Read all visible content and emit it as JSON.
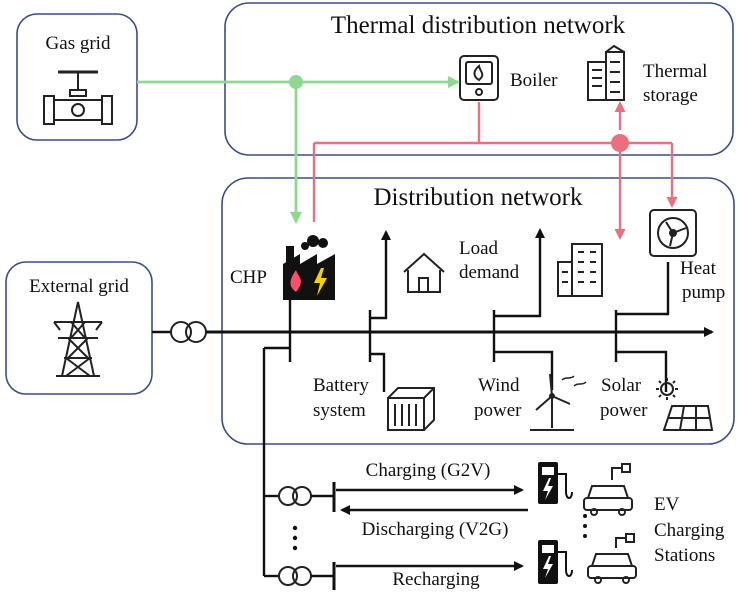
{
  "labels": {
    "thermal_network": "Thermal distribution network",
    "gas_grid": "Gas grid",
    "boiler": "Boiler",
    "thermal_storage_1": "Thermal",
    "thermal_storage_2": "storage",
    "distribution_network": "Distribution network",
    "external_grid": "External grid",
    "chp": "CHP",
    "load_1": "Load",
    "load_2": "demand",
    "heat_pump_1": "Heat",
    "heat_pump_2": "pump",
    "battery_1": "Battery",
    "battery_2": "system",
    "wind_1": "Wind",
    "wind_2": "power",
    "solar_1": "Solar",
    "solar_2": "power",
    "charging": "Charging (G2V)",
    "discharging": "Discharging (V2G)",
    "recharging": "Recharging",
    "ev_1": "EV",
    "ev_2": "Charging",
    "ev_3": "Stations"
  },
  "colors": {
    "box_border": "#3a4e86",
    "gas_flow": "#8fd88f",
    "heat_flow": "#ec6f7e",
    "chp_body": "#111111",
    "flame": "#ff4d6a",
    "bolt": "#f5d300"
  }
}
